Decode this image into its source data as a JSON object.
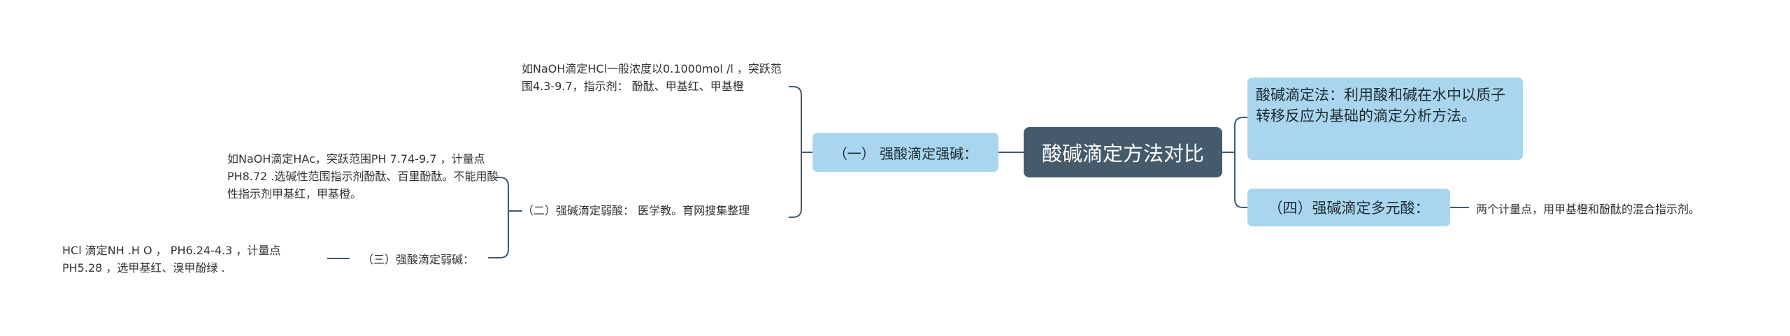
{
  "root": {
    "label": "酸碱滴定方法对比"
  },
  "right": {
    "definition": "酸碱滴定法：利用酸和碱在水中以质子转移反应为基础的滴定分析方法。",
    "polyacid": {
      "label": "（四）强碱滴定多元酸：",
      "detail": "两个计量点，用甲基橙和酚酞的混合指示剂。"
    }
  },
  "left": {
    "strong": {
      "label": "（一）  强酸滴定强碱：",
      "detail": "如NaOH滴定HCl一般浓度以0.1000mol /l ，突跃范围4.3-9.7，指示剂： 酚酞、甲基红、甲基橙"
    },
    "weakacid": {
      "label": "（二）强碱滴定弱酸： 医学教。育网搜集整理",
      "detail": "如NaOH滴定HAc，突跃范围PH 7.74-9.7 ，计量点PH8.72 .选碱性范围指示剂酚酞、百里酚酞。不能用酸性指示剂甲基红，甲基橙。"
    },
    "weakbase": {
      "label": "（三）强酸滴定弱碱：",
      "detail": "HCl 滴定NH .H O ， PH6.24-4.3 ，计量点PH5.28 ，选甲基红、溴甲酚绿 ."
    }
  },
  "colors": {
    "root_bg": "#455a6b",
    "branch_bg": "#a9d6ee",
    "line": "#455a6b"
  }
}
